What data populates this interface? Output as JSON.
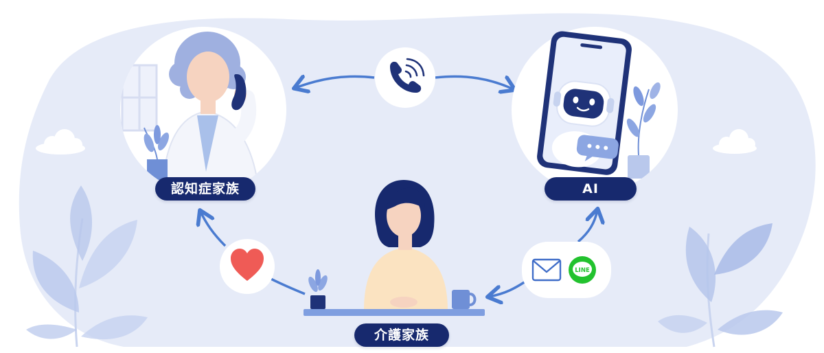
{
  "nodes": {
    "patient_family": {
      "label": "認知症家族"
    },
    "ai": {
      "label": "AI"
    },
    "caregiver_family": {
      "label": "介護家族"
    }
  },
  "channels": {
    "line_icon_text": "LINE"
  },
  "colors": {
    "background_blob": "#e6ebf8",
    "arrow": "#4a7bd0",
    "pill": "#17296e",
    "heart": "#ef5b56",
    "line_green": "#22c22e",
    "navy": "#1f3278"
  }
}
